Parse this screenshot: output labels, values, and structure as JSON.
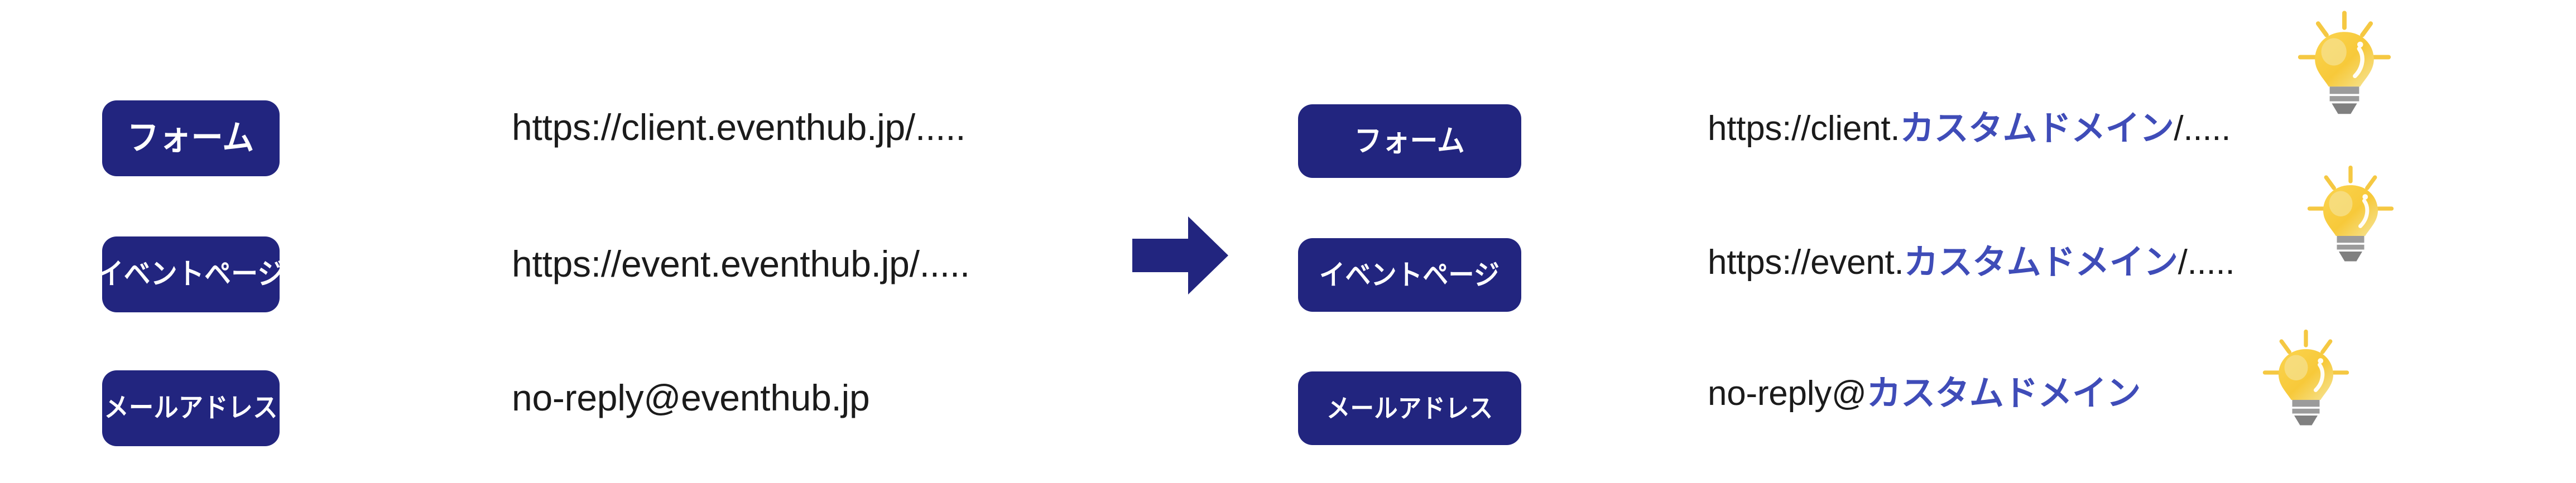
{
  "meta": {
    "accent_blue": "#3f4cb8",
    "pill_blue": "#22257f",
    "text_black": "#1b1b1b",
    "bulb_yellow": "#f7cd46",
    "arrow_blue": "#22257f"
  },
  "before": {
    "rows": [
      {
        "pill_label": "フォーム",
        "value_plain_prefix": "https://client.eventhub.jp/....."
      },
      {
        "pill_label": "イベントページ",
        "value_plain_prefix": "https://event.eventhub.jp/....."
      },
      {
        "pill_label": "メールアドレス",
        "value_plain_prefix": "no-reply@eventhub.jp"
      }
    ]
  },
  "transition": {
    "icon": "right-arrow-icon"
  },
  "after": {
    "rows": [
      {
        "pill_label": "フォーム",
        "prefix": "https://client.",
        "accent": "カスタムドメイン",
        "suffix": "/.....",
        "hint_icon": "light-bulb-icon"
      },
      {
        "pill_label": "イベントページ",
        "prefix": "https://event.",
        "accent": "カスタムドメイン",
        "suffix": "/.....",
        "hint_icon": "light-bulb-icon"
      },
      {
        "pill_label": "メールアドレス",
        "prefix": "no-reply@",
        "accent": "カスタムドメイン",
        "suffix": "",
        "hint_icon": "light-bulb-icon"
      }
    ]
  }
}
